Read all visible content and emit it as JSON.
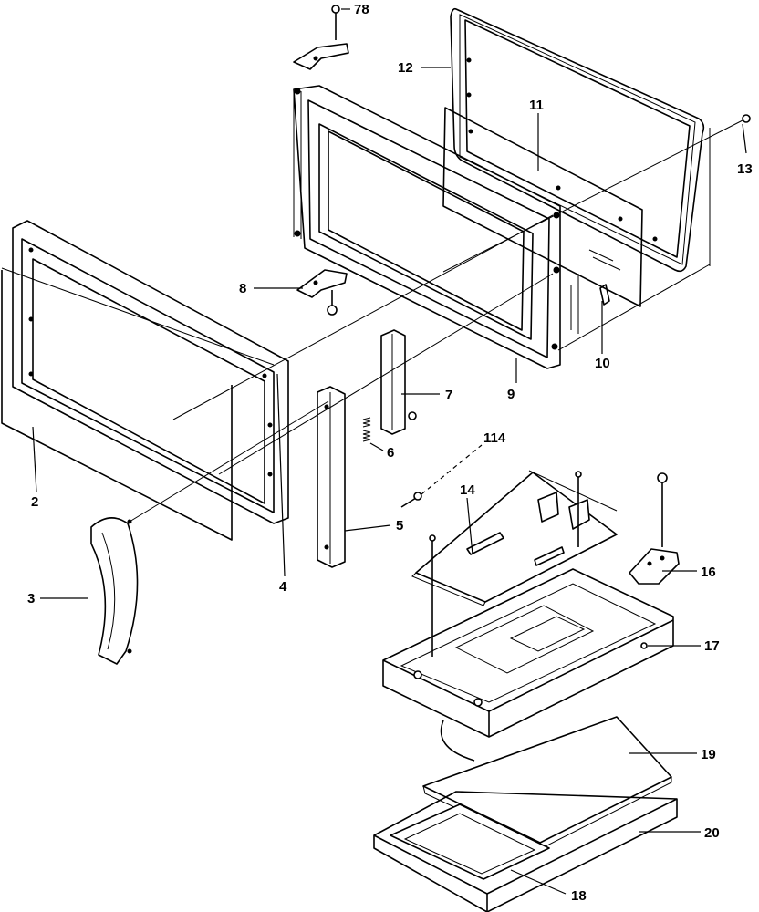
{
  "diagram": {
    "callouts": [
      {
        "id": "78",
        "label": "78"
      },
      {
        "id": "12",
        "label": "12"
      },
      {
        "id": "11",
        "label": "11"
      },
      {
        "id": "13",
        "label": "13"
      },
      {
        "id": "8a",
        "label": "8"
      },
      {
        "id": "10",
        "label": "10"
      },
      {
        "id": "7",
        "label": "7"
      },
      {
        "id": "9",
        "label": "9"
      },
      {
        "id": "6",
        "label": "6"
      },
      {
        "id": "114",
        "label": "114"
      },
      {
        "id": "2",
        "label": "2"
      },
      {
        "id": "14",
        "label": "14"
      },
      {
        "id": "5",
        "label": "5"
      },
      {
        "id": "16",
        "label": "16"
      },
      {
        "id": "3",
        "label": "3"
      },
      {
        "id": "4",
        "label": "4"
      },
      {
        "id": "17",
        "label": "17"
      },
      {
        "id": "19",
        "label": "19"
      },
      {
        "id": "20",
        "label": "20"
      },
      {
        "id": "18",
        "label": "18"
      }
    ]
  }
}
